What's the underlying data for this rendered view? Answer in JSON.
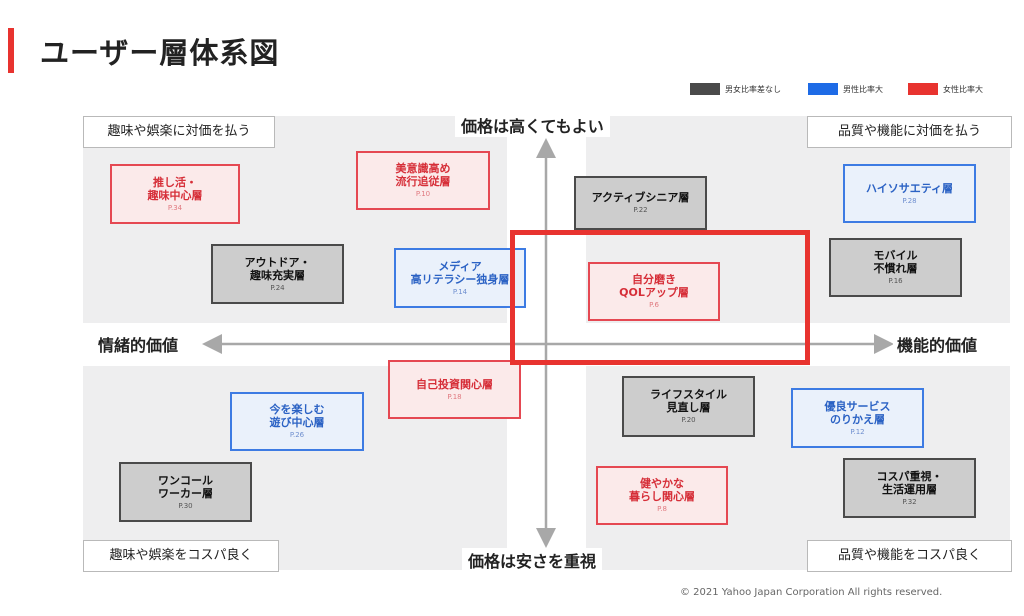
{
  "title": "ユーザー層体系図",
  "legend": [
    {
      "label": "男女比率差なし",
      "color": "#4a4a4a"
    },
    {
      "label": "男性比率大",
      "color": "#1e6be6"
    },
    {
      "label": "女性比率大",
      "color": "#e8332f"
    }
  ],
  "axes": {
    "top": "価格は高くてもよい",
    "bottom": "価格は安さを重視",
    "left": "情緒的価値",
    "right": "機能的価値"
  },
  "corners": {
    "top_left": "趣味や娯楽に対価を払う",
    "top_right": "品質や機能に対価を払う",
    "bottom_left": "趣味や娯楽をコスパ良く",
    "bottom_right": "品質や機能をコスパ良く"
  },
  "segments": [
    {
      "line1": "推し活・",
      "line2": "趣味中心層",
      "page": "P.34",
      "group": "red"
    },
    {
      "line1": "美意識高め",
      "line2": "流行追従層",
      "page": "P.10",
      "group": "red"
    },
    {
      "line1": "アクティブシニア層",
      "line2": "",
      "page": "P.22",
      "group": "gray"
    },
    {
      "line1": "ハイソサエティ層",
      "line2": "",
      "page": "P.28",
      "group": "blue"
    },
    {
      "line1": "アウトドア・",
      "line2": "趣味充実層",
      "page": "P.24",
      "group": "gray"
    },
    {
      "line1": "メディア",
      "line2": "高リテラシー独身層",
      "page": "P.14",
      "group": "blue"
    },
    {
      "line1": "自分磨き",
      "line2": "QOLアップ層",
      "page": "P.6",
      "group": "red"
    },
    {
      "line1": "モバイル",
      "line2": "不慣れ層",
      "page": "P.16",
      "group": "gray"
    },
    {
      "line1": "自己投資関心層",
      "line2": "",
      "page": "P.18",
      "group": "red"
    },
    {
      "line1": "ライフスタイル",
      "line2": "見直し層",
      "page": "P.20",
      "group": "gray"
    },
    {
      "line1": "今を楽しむ",
      "line2": "遊び中心層",
      "page": "P.26",
      "group": "blue"
    },
    {
      "line1": "優良サービス",
      "line2": "のりかえ層",
      "page": "P.12",
      "group": "blue"
    },
    {
      "line1": "ワンコール",
      "line2": "ワーカー層",
      "page": "P.30",
      "group": "gray"
    },
    {
      "line1": "健やかな",
      "line2": "暮らし関心層",
      "page": "P.8",
      "group": "red"
    },
    {
      "line1": "コスパ重視・",
      "line2": "生活運用層",
      "page": "P.32",
      "group": "gray"
    }
  ],
  "copyright": "© 2021 Yahoo Japan Corporation All rights reserved."
}
